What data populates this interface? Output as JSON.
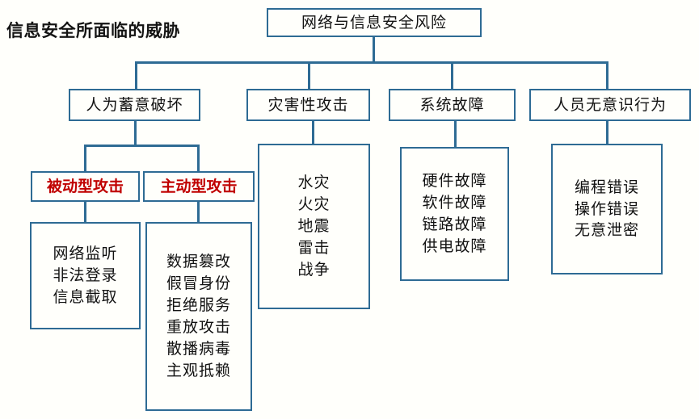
{
  "title": "信息安全所面临的威胁",
  "colors": {
    "edge": "#2e6b94",
    "accent_text": "#c00000",
    "text": "#121212",
    "background": "#fffffb"
  },
  "root": {
    "label": "网络与信息安全风险"
  },
  "branches": [
    {
      "label": "人为蓄意破坏"
    },
    {
      "label": "灾害性攻击"
    },
    {
      "label": "系统故障"
    },
    {
      "label": "人员无意识行为"
    }
  ],
  "attack_types": [
    {
      "label": "被动型攻击"
    },
    {
      "label": "主动型攻击"
    }
  ],
  "leaves": {
    "passive": [
      "网络监听",
      "非法登录",
      "信息截取"
    ],
    "active": [
      "数据篡改",
      "假冒身份",
      "拒绝服务",
      "重放攻击",
      "散播病毒",
      "主观抵赖"
    ],
    "disaster": [
      "水灾",
      "火灾",
      "地震",
      "雷击",
      "战争"
    ],
    "system_fault": [
      "硬件故障",
      "软件故障",
      "链路故障",
      "供电故障"
    ],
    "human_error": [
      "编程错误",
      "操作错误",
      "无意泄密"
    ]
  }
}
